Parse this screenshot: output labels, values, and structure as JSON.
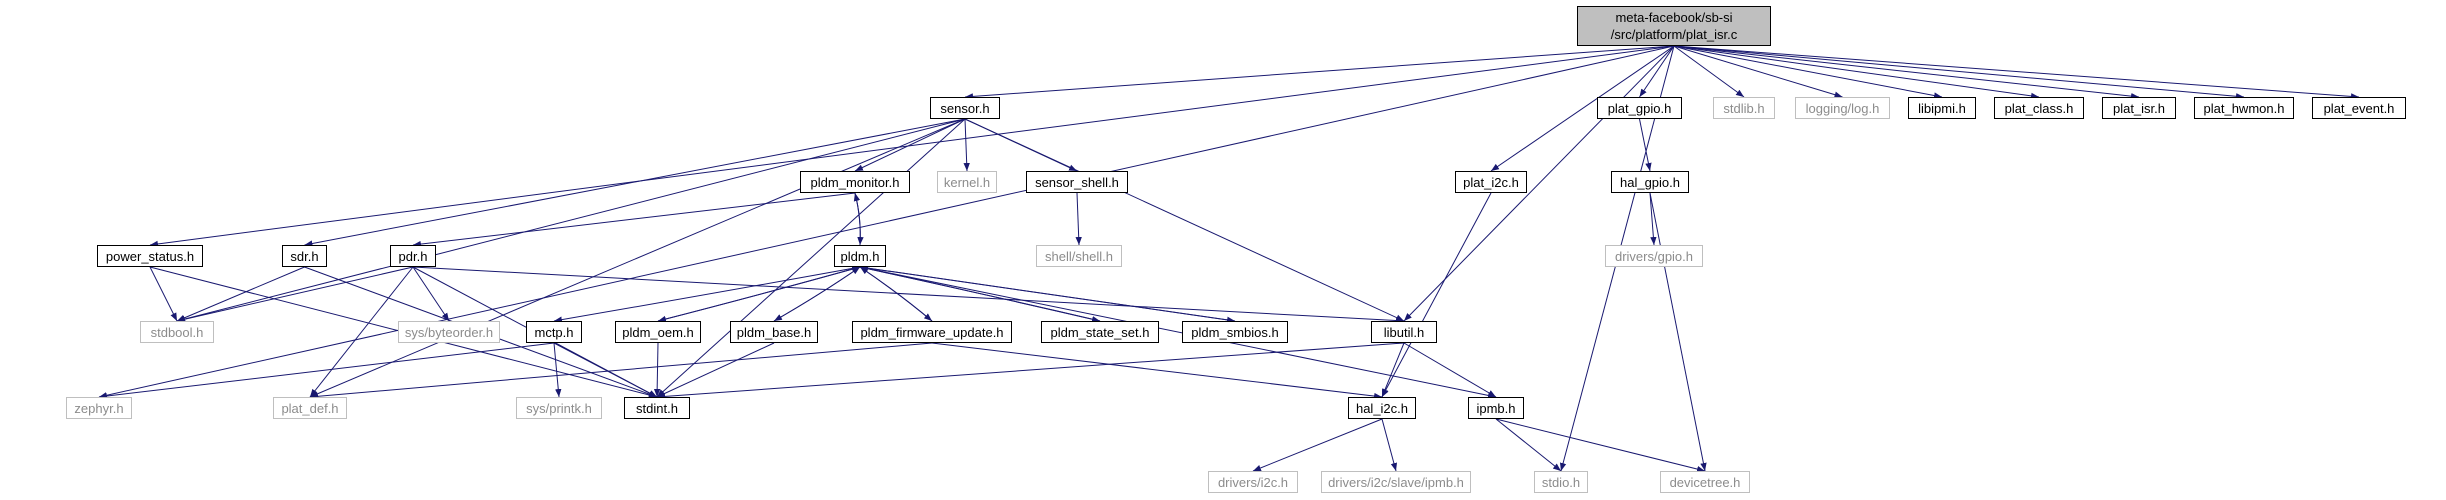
{
  "graph": {
    "title_lines": [
      "meta-facebook/sb-si",
      "/src/platform/plat_isr.c"
    ],
    "colors": {
      "edge": "#191970",
      "border": "#000000",
      "ext_border": "#bfbfbf",
      "ext_text": "#8c8c8c",
      "root_fill": "#bfbfbf"
    },
    "nodes": {
      "sensor_h": "sensor.h",
      "plat_i2c_h": "plat_i2c.h",
      "stdio_h": "stdio.h",
      "plat_gpio_h": "plat_gpio.h",
      "stdlib_h": "stdlib.h",
      "logging_h": "logging/log.h",
      "libipmi_h": "libipmi.h",
      "plat_class_h": "plat_class.h",
      "plat_isr_h": "plat_isr.h",
      "plat_hwmon_h": "plat_hwmon.h",
      "plat_event_h": "plat_event.h",
      "zephyr_h": "zephyr.h",
      "power_status_h": "power_status.h",
      "libutil_h": "libutil.h",
      "pldm_monitor_h": "pldm_monitor.h",
      "kernel_h": "kernel.h",
      "sensor_shell_h": "sensor_shell.h",
      "stdbool_h": "stdbool.h",
      "sdr_h": "sdr.h",
      "pdr_h": "pdr.h",
      "plat_def_h": "plat_def.h",
      "stdint_h": "stdint.h",
      "pldm_h": "pldm.h",
      "shell_h": "shell/shell.h",
      "hal_gpio_h": "hal_gpio.h",
      "drivers_gpio_h": "drivers/gpio.h",
      "devicetree_h": "devicetree.h",
      "sys_byteorder_h": "sys/byteorder.h",
      "mctp_h": "mctp.h",
      "pldm_oem_h": "pldm_oem.h",
      "pldm_base_h": "pldm_base.h",
      "pldm_fw_update_h": "pldm_firmware_update.h",
      "pldm_state_set_h": "pldm_state_set.h",
      "pldm_smbios_h": "pldm_smbios.h",
      "hal_i2c_h": "hal_i2c.h",
      "ipmb_h": "ipmb.h",
      "sys_printk_h": "sys/printk.h",
      "drivers_i2c_h": "drivers/i2c.h",
      "drivers_i2c_slave_ipmb_h": "drivers/i2c/slave/ipmb.h"
    }
  }
}
